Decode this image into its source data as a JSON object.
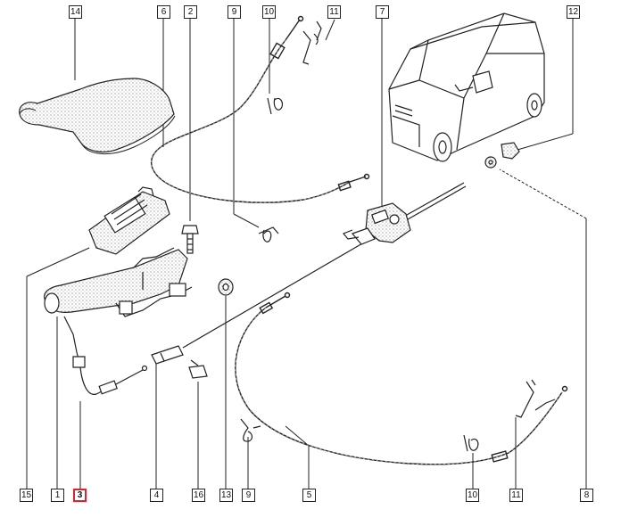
{
  "callouts": {
    "c14": "14",
    "c6": "6",
    "c2": "2",
    "c9a": "9",
    "c10a": "10",
    "c11a": "11",
    "c7": "7",
    "c12": "12",
    "c15": "15",
    "c1": "1",
    "c3": "3",
    "c4": "4",
    "c16": "16",
    "c13": "13",
    "c9b": "9",
    "c5": "5",
    "c10b": "10",
    "c11b": "11",
    "c8": "8"
  },
  "highlighted_callout": "3",
  "colors": {
    "line": "#1a1a1a",
    "highlight": "#e0202a",
    "stipple": "#d8d8d8"
  }
}
